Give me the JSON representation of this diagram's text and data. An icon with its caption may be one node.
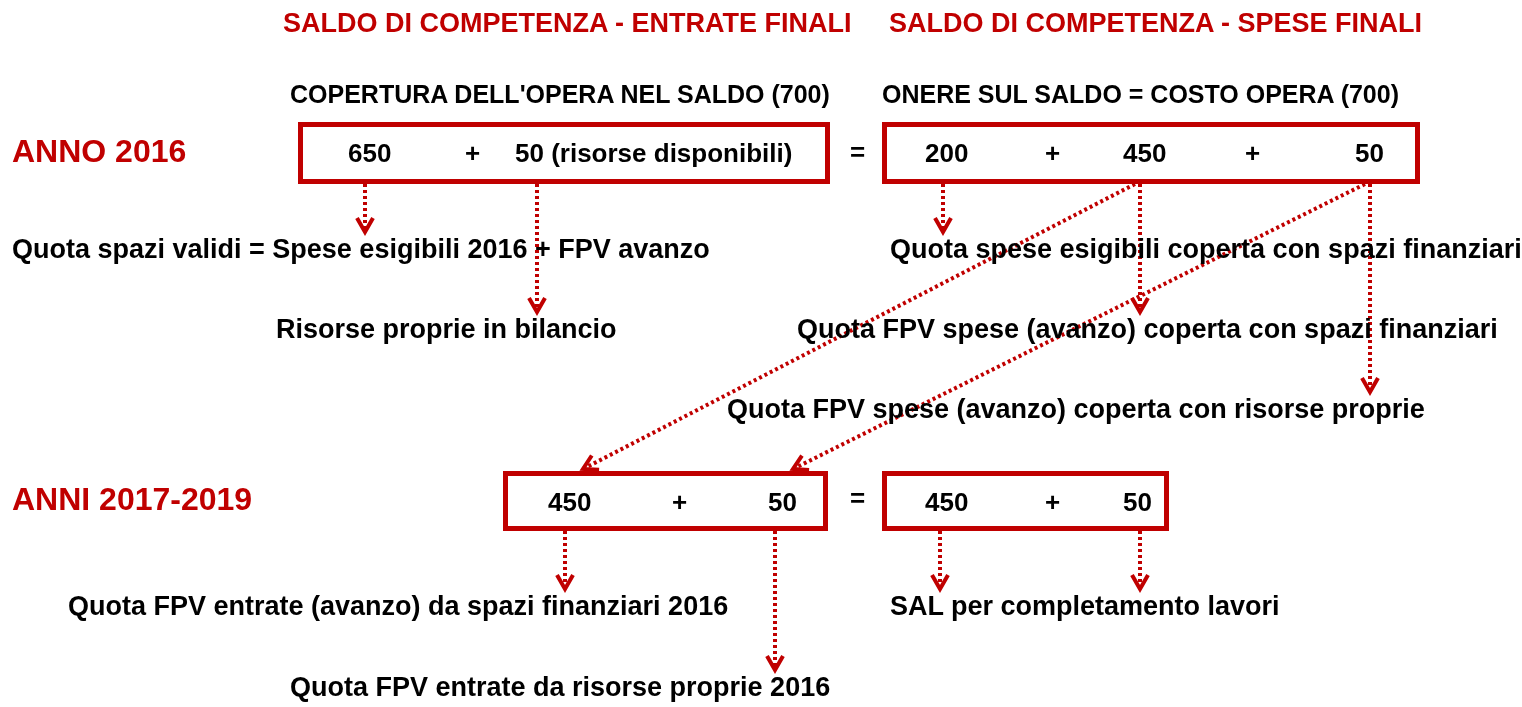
{
  "diagram": {
    "nodes": [
      {
        "text": [
          "COPERTURA DELL'OPERA NEL SALDO (700)",
          "650",
          "+",
          "50 (risorse disponibili)"
        ]
      },
      {
        "text": [
          "ONERE SUL SALDO = COSTO OPERA (700)",
          "200",
          "+",
          "450",
          "+",
          "50"
        ]
      },
      {
        "text": [
          "Quota spazi validi = Spese esigibili 2016 + FPV avanzo"
        ]
      },
      {
        "text": [
          "Risorse proprie in bilancio"
        ]
      },
      {
        "text": [
          "Quota spese esigibili coperta con spazi finanziari"
        ]
      },
      {
        "text": [
          "Quota FPV spese (avanzo) coperta con spazi finanziari"
        ]
      },
      {
        "text": [
          "Quota FPV spese (avanzo) coperta con risorse proprie"
        ]
      },
      {
        "text": [
          "450",
          "+",
          "50"
        ]
      },
      {
        "text": [
          "450",
          "+",
          "50"
        ]
      },
      {
        "text": [
          "Quota FPV entrate (avanzo) da spazi finanziari 2016"
        ]
      },
      {
        "text": [
          "Quota FPV entrate da risorse proprie 2016"
        ]
      },
      {
        "text": [
          "SAL per completamento lavori"
        ]
      }
    ],
    "edges": [
      {
        "from": 0,
        "to": 2,
        "arrow": "to",
        "style": "dashed"
      },
      {
        "from": 0,
        "to": 3,
        "arrow": "to",
        "style": "dashed"
      },
      {
        "from": 1,
        "to": 4,
        "arrow": "to",
        "style": "dashed"
      },
      {
        "from": 1,
        "to": 5,
        "arrow": "to",
        "style": "dashed"
      },
      {
        "from": 1,
        "to": 6,
        "arrow": "to",
        "style": "dashed"
      },
      {
        "from": 1,
        "to": 7,
        "arrow": "to",
        "style": "dashed"
      },
      {
        "from": 1,
        "to": 7,
        "arrow": "to",
        "style": "dashed"
      },
      {
        "from": 7,
        "to": 9,
        "arrow": "to",
        "style": "dashed"
      },
      {
        "from": 7,
        "to": 10,
        "arrow": "to",
        "style": "dashed"
      },
      {
        "from": 8,
        "to": 11,
        "arrow": "to",
        "style": "dashed"
      },
      {
        "from": 8,
        "to": 11,
        "arrow": "to",
        "style": "dashed"
      }
    ],
    "labels": [
      "SALDO DI COMPETENZA - ENTRATE FINALI",
      "SALDO DI COMPETENZA - SPESE FINALI",
      "ANNO 2016",
      "=",
      "ANNI 2017-2019",
      "="
    ]
  }
}
